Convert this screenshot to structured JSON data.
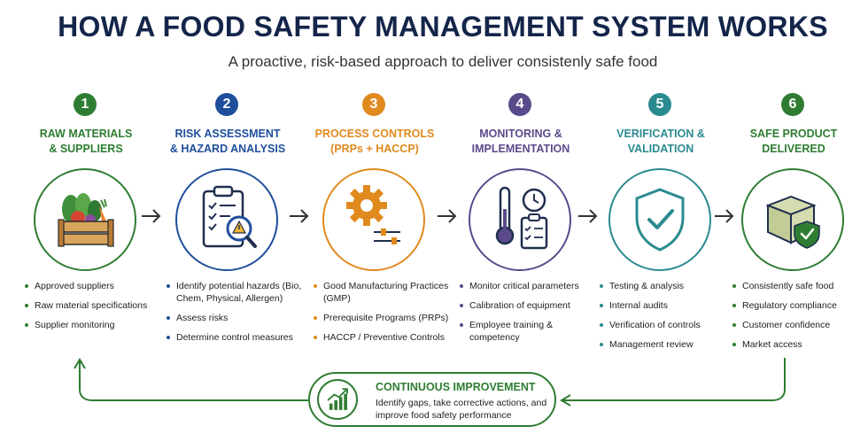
{
  "title": "HOW A FOOD SAFETY MANAGEMENT SYSTEM WORKS",
  "subtitle": "A proactive, risk-based approach to deliver consistenly safe food",
  "steps": [
    {
      "number": "1",
      "title_line1": "RAW MATERIALS",
      "title_line2": "& SUPPLIERS",
      "color": "#2e7d32",
      "bullets": [
        "Approved suppliers",
        "Raw material specifications",
        "Supplier monitoring"
      ]
    },
    {
      "number": "2",
      "title_line1": "RISK ASSESSMENT",
      "title_line2": "& HAZARD ANALYSIS",
      "color": "#1f4e9c",
      "bullets": [
        "Identify potential hazards (Bio, Chem, Physical, Allergen)",
        "Assess risks",
        "Determine control measures"
      ]
    },
    {
      "number": "3",
      "title_line1": "PROCESS CONTROLS",
      "title_line2": "(PRPs + HACCP)",
      "color": "#e08a1e",
      "bullets": [
        "Good Manufacturing Practices (GMP)",
        "Prerequisite Programs (PRPs)",
        "HACCP / Preventive Controls"
      ]
    },
    {
      "number": "4",
      "title_line1": "MONITORING &",
      "title_line2": "IMPLEMENTATION",
      "color": "#5b4a8b",
      "bullets": [
        "Monitor critical parameters",
        "Calibration of equipment",
        "Employee training & competency"
      ]
    },
    {
      "number": "5",
      "title_line1": "VERIFICATION &",
      "title_line2": "VALIDATION",
      "color": "#2a8a8f",
      "bullets": [
        "Testing & analysis",
        "Internal audits",
        "Verification of controls",
        "Management review"
      ]
    },
    {
      "number": "6",
      "title_line1": "SAFE PRODUCT",
      "title_line2": "DELIVERED",
      "color": "#2e7d32",
      "bullets": [
        "Consistently safe food",
        "Regulatory compliance",
        "Customer confidence",
        "Market access"
      ]
    }
  ],
  "continuous_improvement": {
    "title": "CONTINUOUS IMPROVEMENT",
    "text": "Identify gaps, take corrective actions, and improve food safety performance"
  },
  "icons": [
    "vegetable-crate-icon",
    "clipboard-hazard-icon",
    "gear-controls-icon",
    "thermometer-clock-icon",
    "shield-check-icon",
    "package-shield-icon",
    "growth-chart-icon"
  ]
}
